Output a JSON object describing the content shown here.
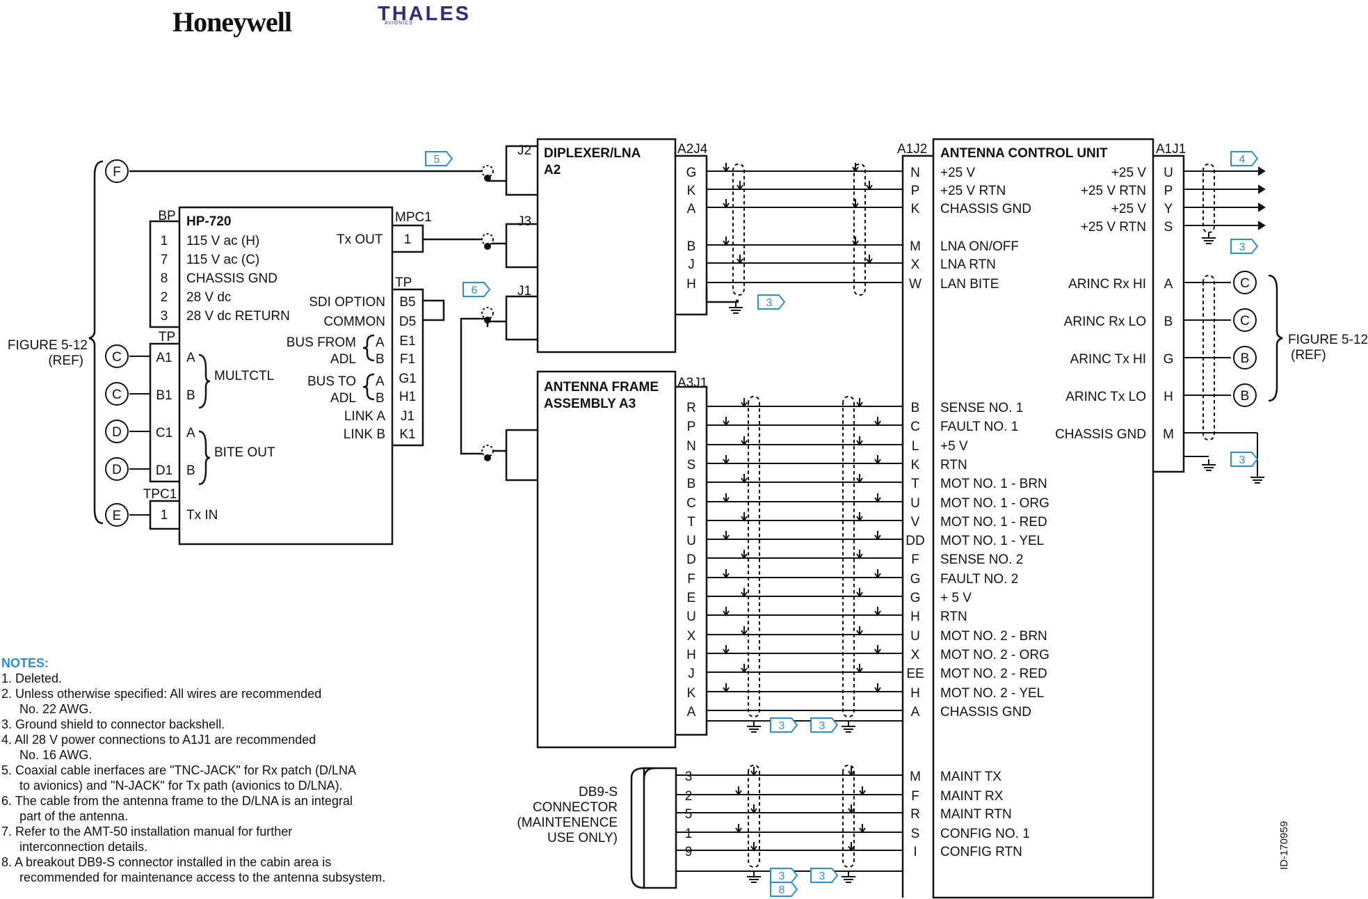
{
  "logos": {
    "honeywell": "Honeywell",
    "thales": "THALES",
    "thales_sub": "AVIONICS"
  },
  "figure_refs": {
    "left": "FIGURE 5-12",
    "left_ref": "(REF)",
    "right": "FIGURE 5-12",
    "right_ref": "(REF)"
  },
  "hp720": {
    "title": "HP-720",
    "bp_label": "BP",
    "bp_pins": [
      "1",
      "7",
      "8",
      "2",
      "3"
    ],
    "bp_signals": [
      "115 V ac (H)",
      "115 V ac (C)",
      "CHASSIS GND",
      "28 V dc",
      "28 V dc RETURN"
    ],
    "tx_out": "Tx OUT",
    "mpc1_label": "MPC1",
    "mpc1_pin": "1",
    "tp_left_label": "TP",
    "tp_left_pins": [
      "A1",
      "B1",
      "C1",
      "D1"
    ],
    "tp_left_signals": [
      "A",
      "B",
      "A",
      "B"
    ],
    "multctl": "MULTCTL",
    "bite_out": "BITE OUT",
    "tpc1_label": "TPC1",
    "tpc1_pin": "1",
    "tx_in": "Tx IN",
    "tp_right_label": "TP",
    "sdi_option": "SDI OPTION",
    "common": "COMMON",
    "bus_from": "BUS FROM",
    "adl1": "ADL",
    "bus_to": "BUS TO",
    "adl2": "ADL",
    "link_a": "LINK A",
    "link_b": "LINK B",
    "bus_from_ab": [
      "A",
      "B"
    ],
    "bus_to_ab": [
      "A",
      "B"
    ],
    "tp_right_pins": [
      "B5",
      "D5",
      "E1",
      "F1",
      "G1",
      "H1",
      "J1",
      "K1"
    ],
    "left_circles": [
      "C",
      "C",
      "D",
      "D",
      "E"
    ],
    "top_circle": "F"
  },
  "diplexer": {
    "title": "DIPLEXER/LNA",
    "subtitle": "A2",
    "connectors": [
      "J2",
      "J3",
      "J1"
    ],
    "a2j4_label": "A2J4",
    "a2j4_pins": [
      "G",
      "K",
      "A",
      "B",
      "J",
      "H"
    ]
  },
  "antenna_frame": {
    "title": "ANTENNA FRAME",
    "subtitle": "ASSEMBLY A3",
    "a3j1_label": "A3J1",
    "a3j1_pins": [
      "R",
      "P",
      "N",
      "S",
      "B",
      "C",
      "T",
      "U",
      "D",
      "F",
      "E",
      "U",
      "X",
      "H",
      "J",
      "K",
      "A"
    ]
  },
  "db9": {
    "label": [
      "DB9-S",
      "CONNECTOR",
      "(MAINTENENCE",
      "USE ONLY)"
    ],
    "pins": [
      "3",
      "2",
      "5",
      "1",
      "9"
    ]
  },
  "acu": {
    "title": "ANTENNA CONTROL UNIT",
    "a1j2_label": "A1J2",
    "a1j1_label": "A1J1",
    "a1j2_top_pins": [
      "N",
      "P",
      "K",
      "M",
      "X",
      "W"
    ],
    "a1j2_top_signals": [
      "+25 V",
      "+25 V RTN",
      "CHASSIS GND",
      "LNA ON/OFF",
      "LNA RTN",
      "LAN BITE"
    ],
    "a1j2_mid_pins": [
      "B",
      "C",
      "L",
      "K",
      "T",
      "U",
      "V",
      "DD",
      "F",
      "G",
      "G",
      "H",
      "U",
      "X",
      "EE",
      "H",
      "A"
    ],
    "a1j2_mid_signals": [
      "SENSE NO. 1",
      "FAULT NO. 1",
      "+5 V",
      "RTN",
      "MOT NO. 1 - BRN",
      "MOT NO. 1 - ORG",
      "MOT NO. 1 - RED",
      "MOT NO. 1 - YEL",
      "SENSE NO. 2",
      "FAULT NO. 2",
      "+ 5 V",
      "RTN",
      "MOT NO. 2 - BRN",
      "MOT NO. 2 - ORG",
      "MOT NO. 2 - RED",
      "MOT NO. 2 - YEL",
      "CHASSIS GND"
    ],
    "a1j2_bot_pins": [
      "M",
      "F",
      "R",
      "S",
      "I"
    ],
    "a1j2_bot_signals": [
      "MAINT TX",
      "MAINT RX",
      "MAINT RTN",
      "CONFIG NO. 1",
      "CONFIG RTN"
    ],
    "a1j1_pins": [
      "U",
      "P",
      "Y",
      "S",
      "A",
      "B",
      "G",
      "H",
      "M"
    ],
    "a1j1_signals": [
      "+25 V",
      "+25 V RTN",
      "+25 V",
      "+25 V RTN",
      "ARINC Rx HI",
      "ARINC Rx LO",
      "ARINC Tx HI",
      "ARINC Tx LO",
      "CHASSIS GND"
    ],
    "right_circles": [
      "C",
      "C",
      "B",
      "B"
    ]
  },
  "note_flags": [
    "5",
    "6",
    "4",
    "3",
    "3",
    "3",
    "3",
    "3",
    "3",
    "3",
    "8"
  ],
  "notes": {
    "heading": "NOTES:",
    "items": [
      "1. Deleted.",
      "2. Unless otherwise specified: All wires are recommended",
      "No. 22 AWG.",
      "3. Ground shield to connector backshell.",
      "4. All 28 V power connections to A1J1 are recommended",
      "No. 16 AWG.",
      "5. Coaxial cable inerfaces are \"TNC-JACK\" for Rx patch (D/LNA",
      "to avionics) and \"N-JACK\" for Tx path (avionics to D/LNA).",
      "6. The cable from the antenna frame to the D/LNA is an integral",
      "part of the antenna.",
      "7. Refer to the AMT-50 installation manual for further",
      "interconnection details.",
      "8. A breakout DB9-S connector installed in the cabin area is",
      "recommended for maintenance access to the antenna subsystem."
    ]
  },
  "doc_id": "ID-170959"
}
